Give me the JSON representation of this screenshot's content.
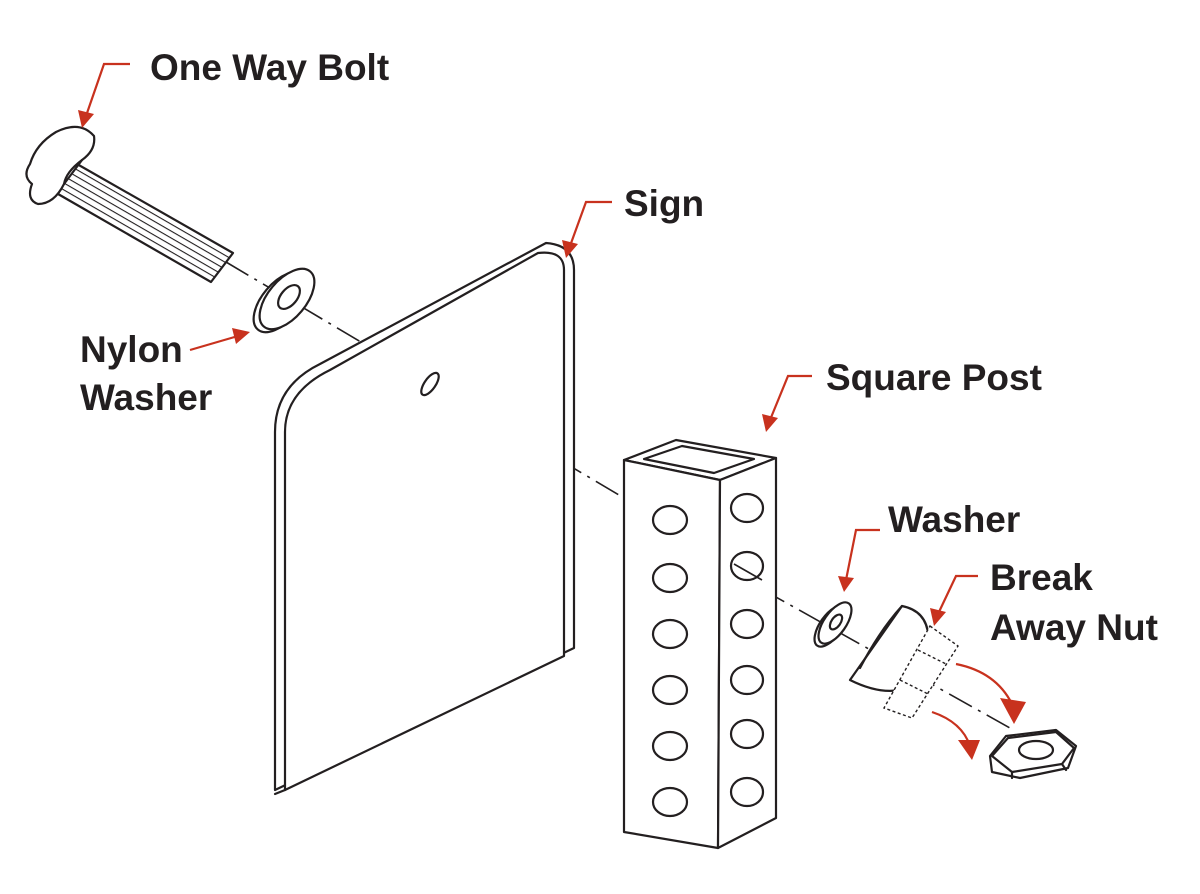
{
  "labels": {
    "one_way_bolt": "One Way Bolt",
    "sign": "Sign",
    "nylon_washer_line1": "Nylon",
    "nylon_washer_line2": "Washer",
    "square_post": "Square Post",
    "washer": "Washer",
    "break_away_nut_line1": "Break",
    "break_away_nut_line2": "Away Nut"
  },
  "colors": {
    "leader": "#c8321e",
    "outline": "#231f20",
    "background": "#ffffff"
  }
}
